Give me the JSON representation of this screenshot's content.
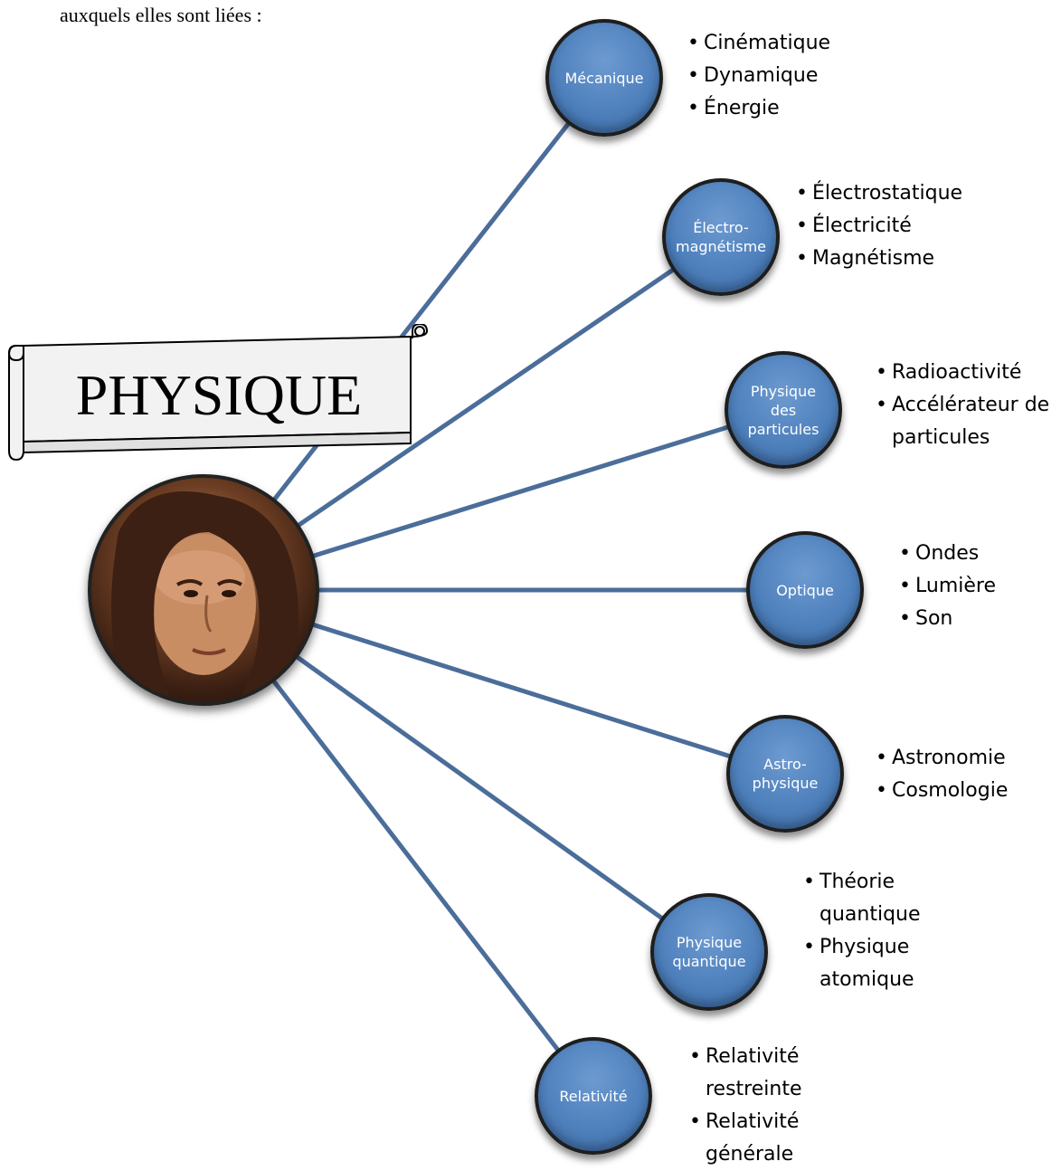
{
  "intro_text": "auxquels elles sont liées :",
  "center": {
    "title": "PHYSIQUE",
    "portrait_icon": "portrait-icon"
  },
  "branches": [
    {
      "label": "Mécanique",
      "items": [
        "Cinématique",
        "Dynamique",
        "Énergie"
      ]
    },
    {
      "label": "Électro-\nmagnétisme",
      "items": [
        "Électrostatique",
        "Électricité",
        "Magnétisme"
      ]
    },
    {
      "label": "Physique\ndes\nparticules",
      "items": [
        "Radioactivité",
        "Accélérateur de\nparticules"
      ]
    },
    {
      "label": "Optique",
      "items": [
        "Ondes",
        "Lumière",
        "Son"
      ]
    },
    {
      "label": "Astro-\nphysique",
      "items": [
        "Astronomie",
        "Cosmologie"
      ]
    },
    {
      "label": "Physique\nquantique",
      "items": [
        "Théorie\nquantique",
        "Physique\natomique"
      ]
    },
    {
      "label": "Relativité",
      "items": [
        "Relativité\nrestreinte",
        "Relativité\ngénérale"
      ]
    }
  ],
  "colors": {
    "node_fill": "#4f81bd",
    "node_border": "#1e1e1e",
    "connector": "#4a6d9a",
    "banner_fill": "#f2f2f2"
  }
}
